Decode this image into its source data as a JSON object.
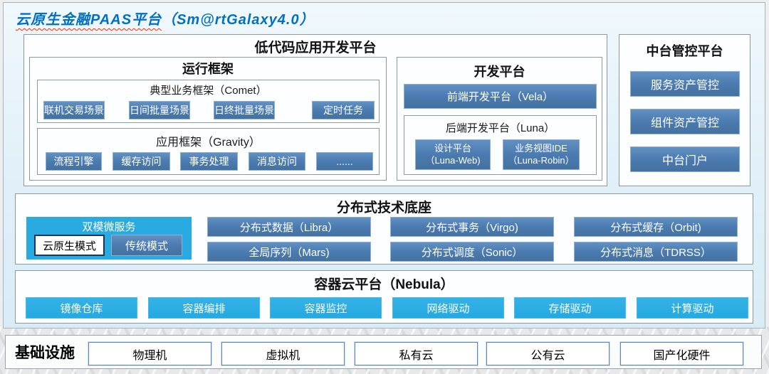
{
  "page": {
    "title_zh": "云原生金融PAAS平台",
    "title_en": "（Sm@rtGalaxy4.0）"
  },
  "colors": {
    "title_blue": "#0070c0",
    "steel_blue": "#4b7bb1",
    "cyan": "#29abe2",
    "underline_red": "#ff2a00"
  },
  "low_code": {
    "title": "低代码应用开发平台",
    "runtime": {
      "title": "运行框架",
      "comet": {
        "label": "典型业务框架（Comet）",
        "items": [
          "联机交易场景",
          "日间批量场景",
          "日终批量场景",
          "定时任务"
        ]
      },
      "gravity": {
        "label": "应用框架（Gravity）",
        "items": [
          "流程引擎",
          "缓存访问",
          "事务处理",
          "消息访问",
          "......"
        ]
      }
    },
    "dev": {
      "title": "开发平台",
      "vela_label": "前端开发平台（Vela）",
      "luna": {
        "label": "后端开发平台（Luna）",
        "items": [
          {
            "line1": "设计平台",
            "line2": "（Luna-Web)"
          },
          {
            "line1": "业务视图IDE",
            "line2": "（Luna-Robin）"
          }
        ]
      }
    }
  },
  "midplatform": {
    "title": "中台管控平台",
    "items": [
      "服务资产管控",
      "组件资产管控",
      "中台门户"
    ]
  },
  "distributed": {
    "title": "分布式技术底座",
    "dual_mode": {
      "label": "双模微服务",
      "cloud_native": "云原生模式",
      "traditional": "传统模式"
    },
    "row1": [
      "分布式数据（Libra）",
      "分布式事务（Virgo)",
      "分布式缓存（Orbit)"
    ],
    "row2": [
      "全局序列（Mars)",
      "分布式调度（Sonic）",
      "分布式消息（TDRSS）"
    ]
  },
  "container_cloud": {
    "title": "容器云平台（Nebula）",
    "items": [
      "镜像仓库",
      "容器编排",
      "容器监控",
      "网络驱动",
      "存储驱动",
      "计算驱动"
    ]
  },
  "infrastructure": {
    "title": "基础设施",
    "items": [
      "物理机",
      "虚拟机",
      "私有云",
      "公有云",
      "国产化硬件"
    ]
  }
}
